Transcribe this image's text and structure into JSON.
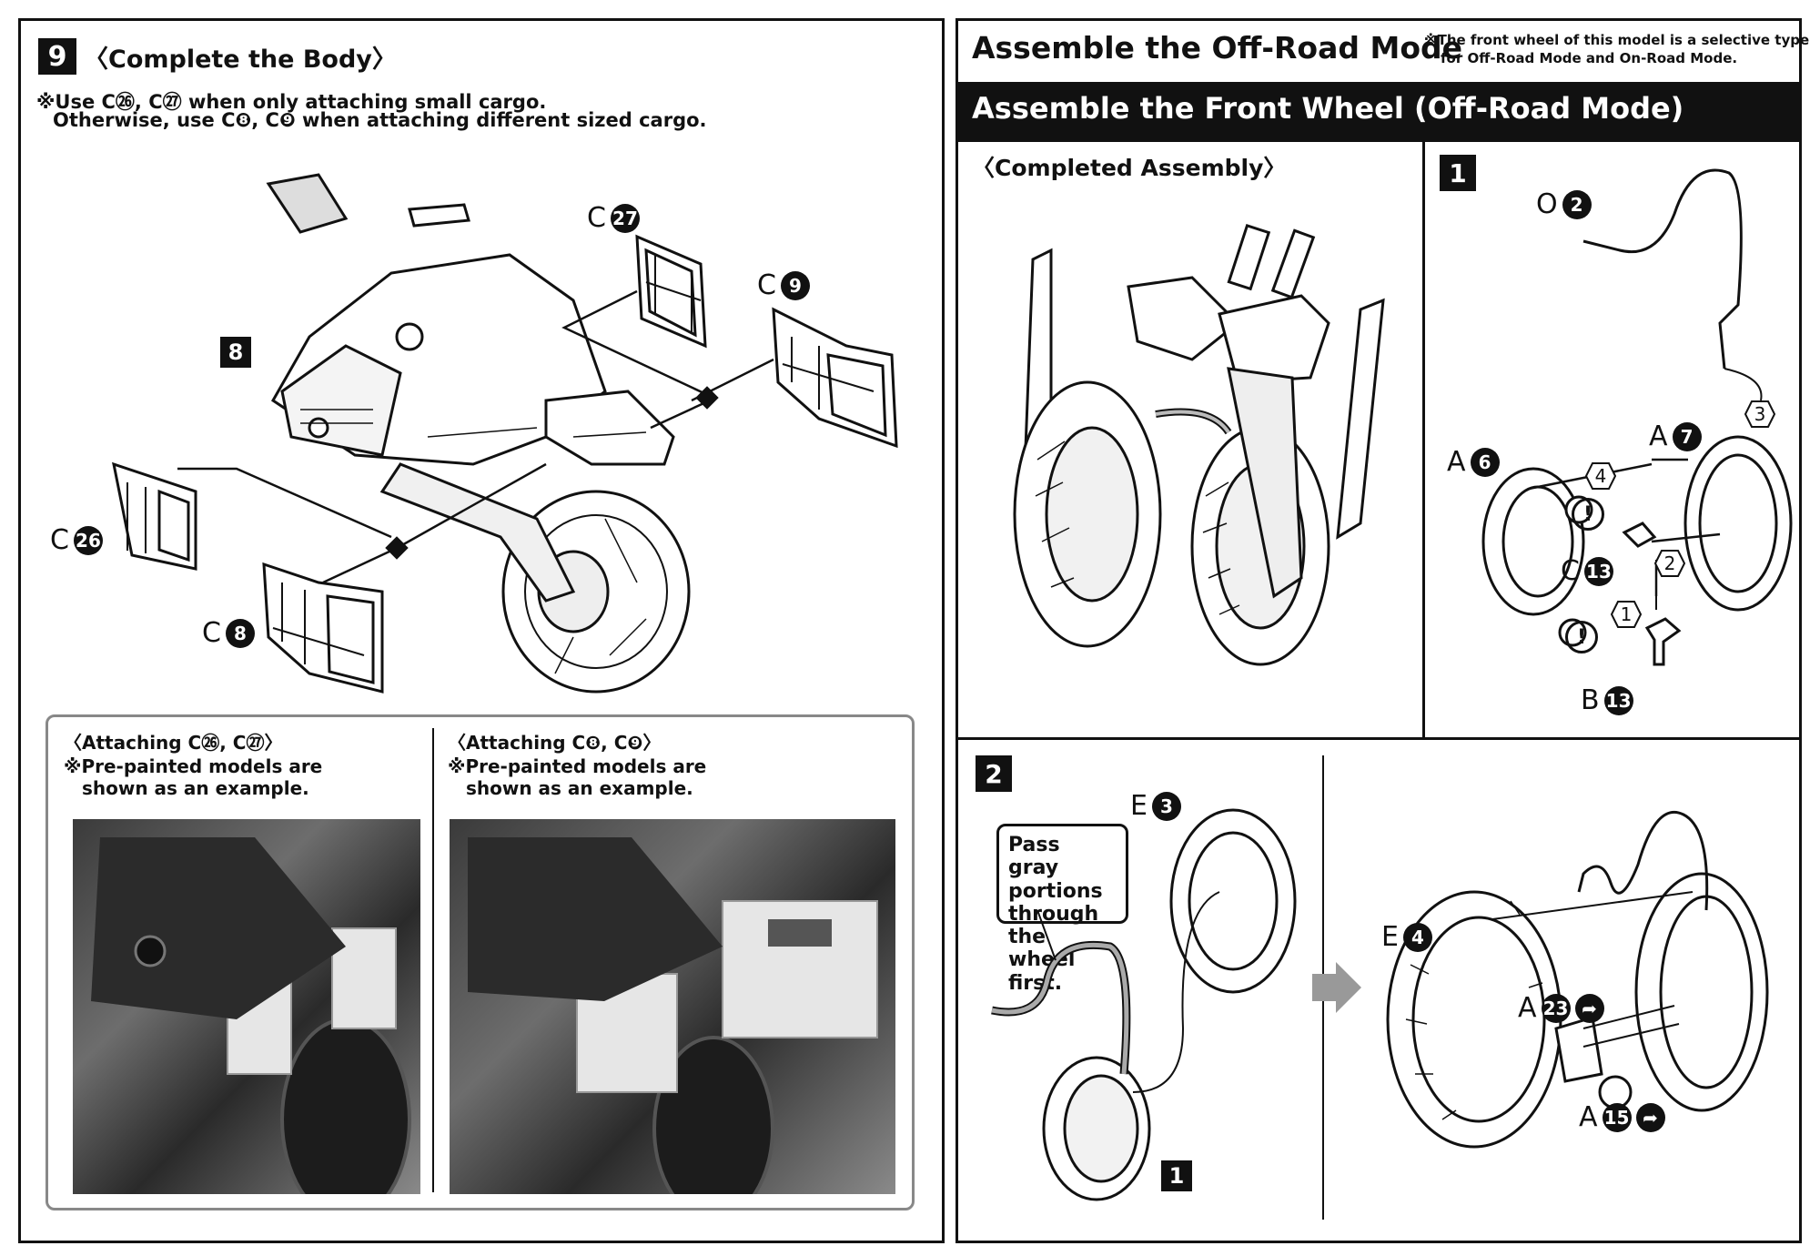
{
  "left": {
    "step_number": "9",
    "title": "〈Complete the Body〉",
    "note_line1": "※Use C㉖, C㉗ when only attaching small cargo.",
    "note_line2": "Otherwise, use C❽, C❾ when attaching different sized cargo.",
    "ref_step": "8",
    "parts": {
      "c27_letter": "C",
      "c27_num": "27",
      "c9_letter": "C",
      "c9_num": "9",
      "c26_letter": "C",
      "c26_num": "26",
      "c8_letter": "C",
      "c8_num": "8"
    },
    "example_box": {
      "left_title": "〈Attaching C㉖, C㉗〉",
      "left_note_line1": "※Pre-painted models are",
      "left_note_line2": "shown as an example.",
      "right_title": "〈Attaching C❽, C❾〉",
      "right_note_line1": "※Pre-painted models are",
      "right_note_line2": "shown as an example."
    }
  },
  "right": {
    "title": "Assemble the Off-Road Mode",
    "side_note_line1": "※The front wheel of this model is a selective type",
    "side_note_line2": "for Off-Road Mode and On-Road Mode.",
    "banner": "Assemble the Front Wheel (Off-Road Mode)",
    "completed_label": "〈Completed Assembly〉",
    "step1": {
      "number": "1",
      "parts": {
        "o2_letter": "O",
        "o2_num": "2",
        "a7_letter": "A",
        "a7_num": "7",
        "a6_letter": "A",
        "a6_num": "6",
        "c13_letter": "C",
        "c13_num": "13",
        "b13_letter": "B",
        "b13_num": "13"
      },
      "order": [
        "1",
        "2",
        "3",
        "4"
      ],
      "warn": "!"
    },
    "step2": {
      "number": "2",
      "callout": [
        "Pass gray",
        "portions",
        "through the",
        "wheel first."
      ],
      "ref_step": "1",
      "parts": {
        "e3_letter": "E",
        "e3_num": "3",
        "e4_letter": "E",
        "e4_num": "4",
        "a23_letter": "A",
        "a23_num": "23",
        "a15_letter": "A",
        "a15_num": "15"
      }
    }
  }
}
